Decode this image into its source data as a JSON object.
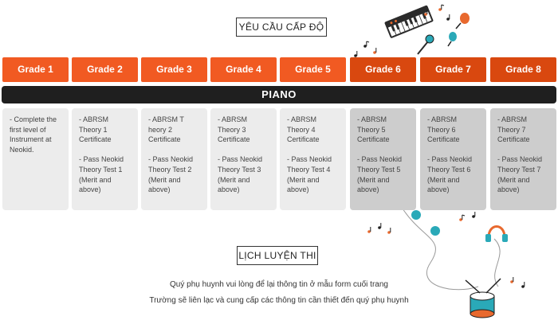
{
  "header": {
    "title": "YÊU CẦU CẤP ĐỘ"
  },
  "colors": {
    "grade_light": "#f15a22",
    "grade_dark": "#d9480f",
    "card_light": "#ececec",
    "card_dark": "#cdcdcd",
    "bar": "#1f1f1f"
  },
  "grades": [
    {
      "label": "Grade 1"
    },
    {
      "label": "Grade 2"
    },
    {
      "label": "Grade 3"
    },
    {
      "label": "Grade 4"
    },
    {
      "label": "Grade 5"
    },
    {
      "label": "Grade 6"
    },
    {
      "label": "Grade 7"
    },
    {
      "label": "Grade 8"
    }
  ],
  "instrument_bar": {
    "label": "PIANO"
  },
  "requirements": [
    {
      "lines": [
        "- Complete the",
        "first level of",
        "Instrument at",
        "Neokid."
      ]
    },
    {
      "lines": [
        "- ABRSM",
        "Theory 1",
        "Certificate",
        "",
        "- Pass Neokid",
        "Theory Test 1",
        "(Merit and",
        "above)"
      ]
    },
    {
      "lines": [
        "- ABRSM T",
        "heory 2",
        "Certificate",
        "",
        "- Pass Neokid",
        "Theory Test 2",
        "(Merit and",
        "above)"
      ]
    },
    {
      "lines": [
        "- ABRSM",
        "Theory 3",
        "Certificate",
        "",
        "- Pass Neokid",
        "Theory Test 3",
        "(Merit and",
        "above)"
      ]
    },
    {
      "lines": [
        "- ABRSM",
        "Theory 4",
        "Certificate",
        "",
        "- Pass Neokid",
        "Theory Test 4",
        "(Merit and",
        "above)"
      ]
    },
    {
      "lines": [
        "- ABRSM",
        "Theory 5",
        "Certificate",
        "",
        "- Pass Neokid",
        "Theory Test 5",
        "(Merit and",
        "above)"
      ]
    },
    {
      "lines": [
        "- ABRSM",
        "Theory 6",
        "Certificate",
        "",
        "- Pass Neokid",
        "Theory Test 6",
        "(Merit and",
        "above)"
      ]
    },
    {
      "lines": [
        "- ABRSM",
        "Theory 7",
        "Certificate",
        "",
        "- Pass Neokid",
        "Theory Test 7",
        "(Merit and",
        "above)"
      ]
    }
  ],
  "schedule": {
    "title": "LỊCH LUYỆN THI",
    "line1": "Quý phụ huynh vui lòng để lại thông tin ở mẫu form cuối trang",
    "line2": "Trường sẽ liên lạc và cung cấp các thông tin cần thiết đến quý phụ huynh"
  },
  "decorations": [
    "keyboard-icon",
    "microphone-icon",
    "maracas-icon",
    "music-note-icon",
    "headphones-icon",
    "drum-icon"
  ]
}
